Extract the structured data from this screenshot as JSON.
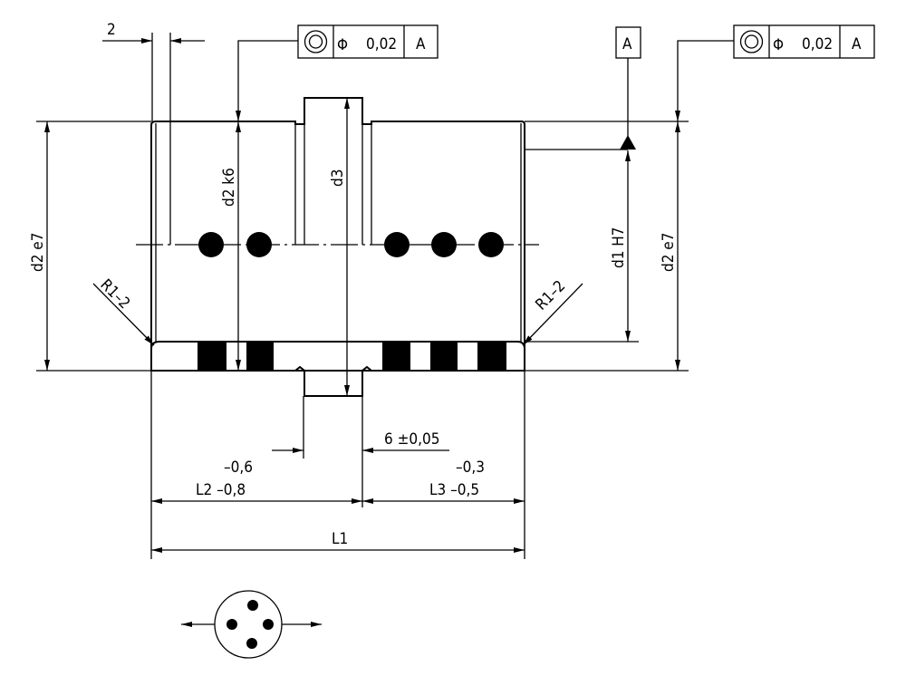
{
  "dims": {
    "chamfer": "2",
    "d2_left": "d2 e7",
    "d2_right": "d2 e7",
    "d2_k6": "d2 k6",
    "d3": "d3",
    "d1": "d1 H7",
    "radius_left": "R1–2",
    "radius_right": "R1–2",
    "collar_width": "6 ±0,05",
    "l2_tol_upper": "–0,6",
    "l2": "L2 –0,8",
    "l3_tol_upper": "–0,3",
    "l3": "L3 –0,5",
    "l1": "L1"
  },
  "fcf_left": {
    "symbol": "concentricity",
    "phi": "Φ",
    "tolerance": "0,02",
    "datum": "A"
  },
  "fcf_right": {
    "symbol": "concentricity",
    "phi": "Φ",
    "tolerance": "0,02",
    "datum": "A"
  },
  "datum_label": "A",
  "colors": {
    "ink": "#000000",
    "paper": "#ffffff"
  }
}
